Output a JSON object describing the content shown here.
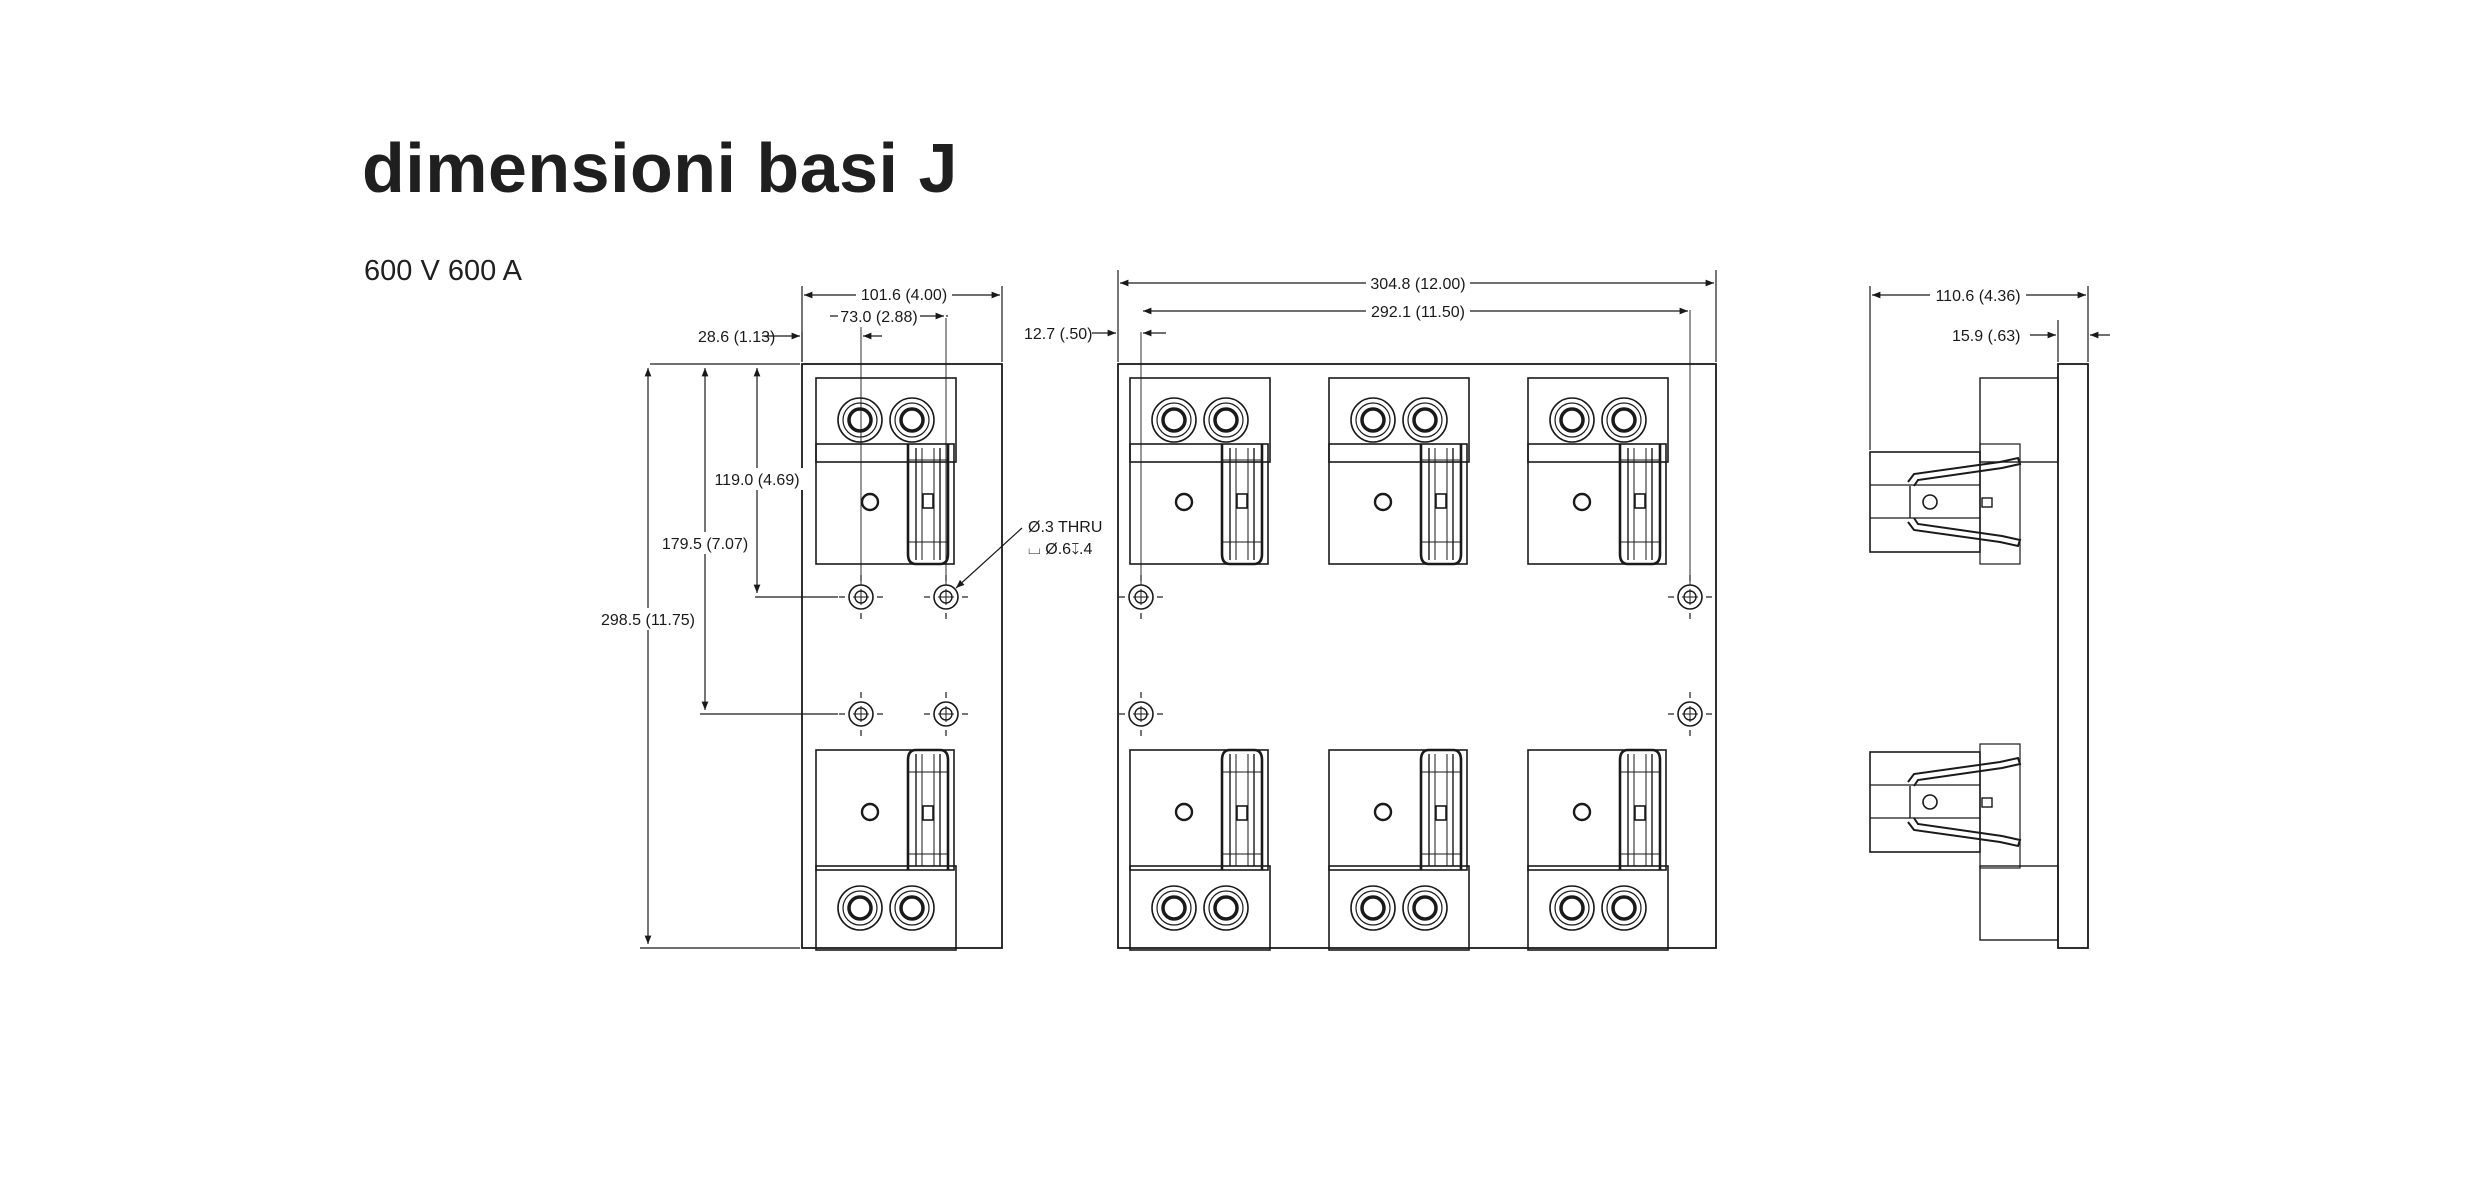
{
  "page": {
    "title": "dimensioni basi J",
    "subtitle": "600 V 600 A"
  },
  "dimensions": {
    "front_width": "101.6 (4.00)",
    "hole_spacing_x": "73.0 (2.88)",
    "edge_to_hole": "28.6 (1.13)",
    "top_to_hole": "119.0 (4.69)",
    "hole_spacing_y": "179.5 (7.07)",
    "total_height": "298.5 (11.75)",
    "hole_spec_line1": "Ø.3 THRU",
    "hole_spec_line2": "⌴ Ø.6↧.4",
    "triple_width": "304.8 (12.00)",
    "triple_hole_span": "292.1 (11.50)",
    "triple_edge": "12.7 (.50)",
    "side_depth": "110.6 (4.36)",
    "side_plate": "15.9 (.63)"
  },
  "colors": {
    "line": "#1a1a1a",
    "background": "#ffffff"
  }
}
